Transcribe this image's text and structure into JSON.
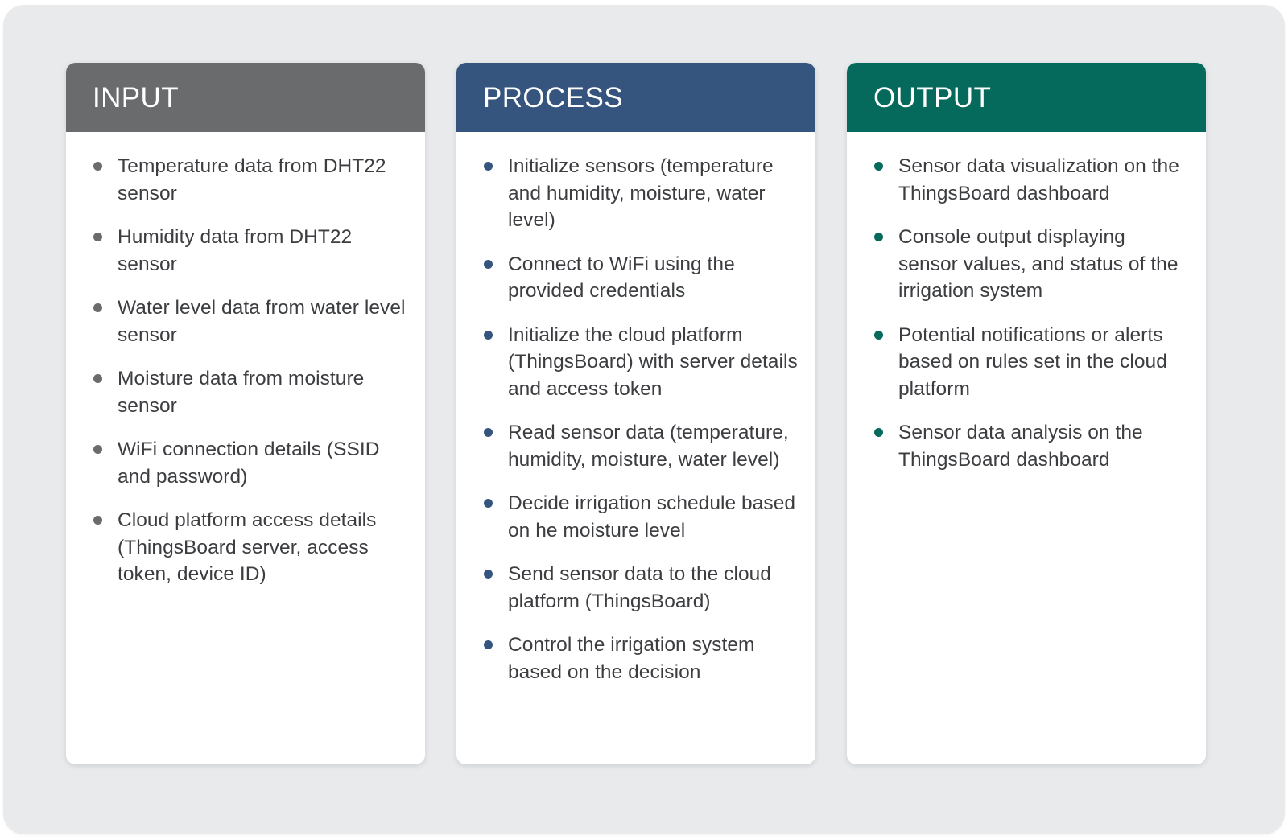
{
  "theme": {
    "page_background": "#ffffff",
    "panel_background": "#e8eaec",
    "card_background": "#ffffff",
    "body_text_color": "#3b3d40",
    "header_text_color": "#ffffff"
  },
  "columns": [
    {
      "id": "input",
      "title": "INPUT",
      "accent": "#6a6b6d",
      "items": [
        "Temperature data from DHT22 sensor",
        "Humidity data from DHT22 sensor",
        "Water level data from water level sensor",
        "Moisture data from moisture sensor",
        "WiFi connection details (SSID and password)",
        "Cloud platform access details (ThingsBoard server, access token, device ID)"
      ]
    },
    {
      "id": "process",
      "title": "PROCESS",
      "accent": "#35557f",
      "items": [
        "Initialize sensors (temperature and humidity, moisture, water level)",
        "Connect to WiFi using the provided credentials",
        "Initialize the cloud platform (ThingsBoard) with server details and access token",
        "Read sensor data (temperature, humidity, moisture, water level)",
        "Decide irrigation schedule based on he moisture level",
        "Send sensor data to the cloud platform (ThingsBoard)",
        "Control the irrigation system based on the decision"
      ]
    },
    {
      "id": "output",
      "title": "OUTPUT",
      "accent": "#056a5b",
      "items": [
        "Sensor data visualization on the ThingsBoard dashboard",
        "Console output displaying sensor values, and status of the irrigation system",
        "Potential notifications or alerts based on rules set in the cloud platform",
        "Sensor data analysis on the ThingsBoard dashboard"
      ]
    }
  ]
}
